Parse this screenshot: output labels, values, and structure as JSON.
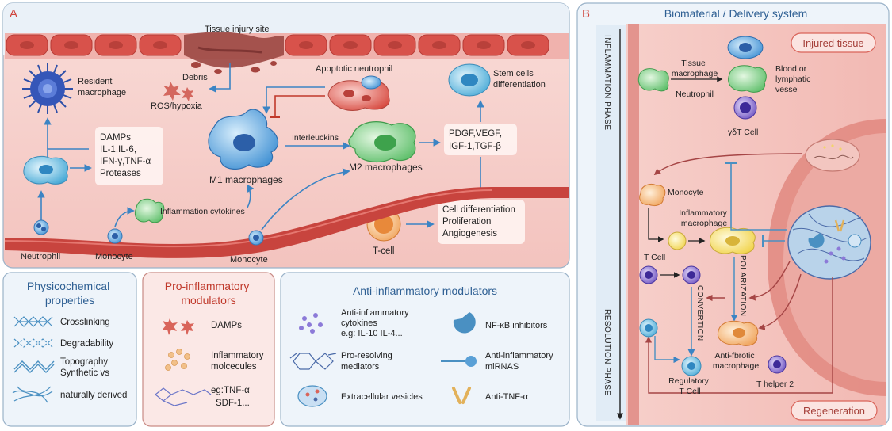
{
  "panel_a": {
    "letter": "A",
    "tissue_injury_site": "Tissue injury site",
    "debris": "Debris",
    "ros_hypoxia": "ROS/hypoxia",
    "apoptotic_neutrophil": "Apoptotic neutrophil",
    "resident_macrophage": [
      "Resident",
      "macrophage"
    ],
    "stem_cells": [
      "Stem cells",
      "differentiation"
    ],
    "damps_box": [
      "DAMPs",
      "IL-1,IL-6,",
      "IFN-γ,TNF-α",
      "Proteases"
    ],
    "m1": "M1 macrophages",
    "interleukins": "Interleuckins",
    "m2": "M2 macrophages",
    "growth_factors": [
      "PDGF,VEGF,",
      "IGF-1,TGF-β"
    ],
    "inflammation_cytokines": "Inflammation cytokines",
    "outcomes": [
      "Cell differentiation",
      "Proliferation",
      "Angiogenesis"
    ],
    "t_cell": "T-cell",
    "neutrophil": "Neutrophil",
    "monocyte_1": "Monocyte",
    "monocyte_2": "Monocyte"
  },
  "legend_physico": {
    "title": [
      "Physicochemical",
      "properties"
    ],
    "items": [
      "Crosslinking",
      "Degradability",
      "Topography",
      "Synthetic vs",
      "naturally derived"
    ]
  },
  "legend_pro": {
    "title": [
      "Pro-inflammatory",
      "modulators"
    ],
    "damps": "DAMPs",
    "molecules": [
      "Inflammatory",
      "molcecules"
    ],
    "eg": [
      "eg:TNF-α",
      "SDF-1..."
    ]
  },
  "legend_anti": {
    "title": "Anti-inflammatory modulators",
    "cytokines": [
      "Anti-inflammatory",
      "cytokines",
      "e.g: IL-10 IL-4..."
    ],
    "pro_resolving": [
      "Pro-resolving",
      "mediators"
    ],
    "vesicles": "Extracellular vesicles",
    "nfkb": "NF-κB inhibitors",
    "mirnas": [
      "Anti-inflammatory",
      "miRNAS"
    ],
    "anti_tnf": "Anti-TNF-α"
  },
  "panel_b": {
    "letter": "B",
    "title": "Biomaterial / Delivery system",
    "injured_tissue": "Injured tissue",
    "regeneration": "Regeneration",
    "inflammation_phase": "INFLAMMATION PHASE",
    "resolution_phase": "RESOLUTION PHASE",
    "tissue_macrophage": [
      "Tissue",
      "macrophage"
    ],
    "neutrophil": "Neutrophil",
    "blood_vessel": [
      "Blood or",
      "lymphatic",
      "vessel"
    ],
    "gd_t_cell": "γδT Cell",
    "monocyte": "Monocyte",
    "inflammatory_macrophage": [
      "Inflammatory",
      "macrophage"
    ],
    "t_cell": "T Cell",
    "polarization": "POLARIZATION",
    "convertion": "CONVERTION",
    "anti_fibrotic": [
      "Anti-fbrotic",
      "macrophage"
    ],
    "regulatory_t": [
      "Regulatory",
      "T Cell"
    ],
    "t_helper": "T helper 2"
  },
  "colors": {
    "panel_bg": "#eef4fa",
    "tissue_pink": "#f7d0cc",
    "vessel_red": "#c8443e",
    "blue_title": "#2e5f93",
    "pro_title": "#c0392b",
    "arrow_blue": "#3b84c4",
    "arrow_red": "#a54545"
  }
}
